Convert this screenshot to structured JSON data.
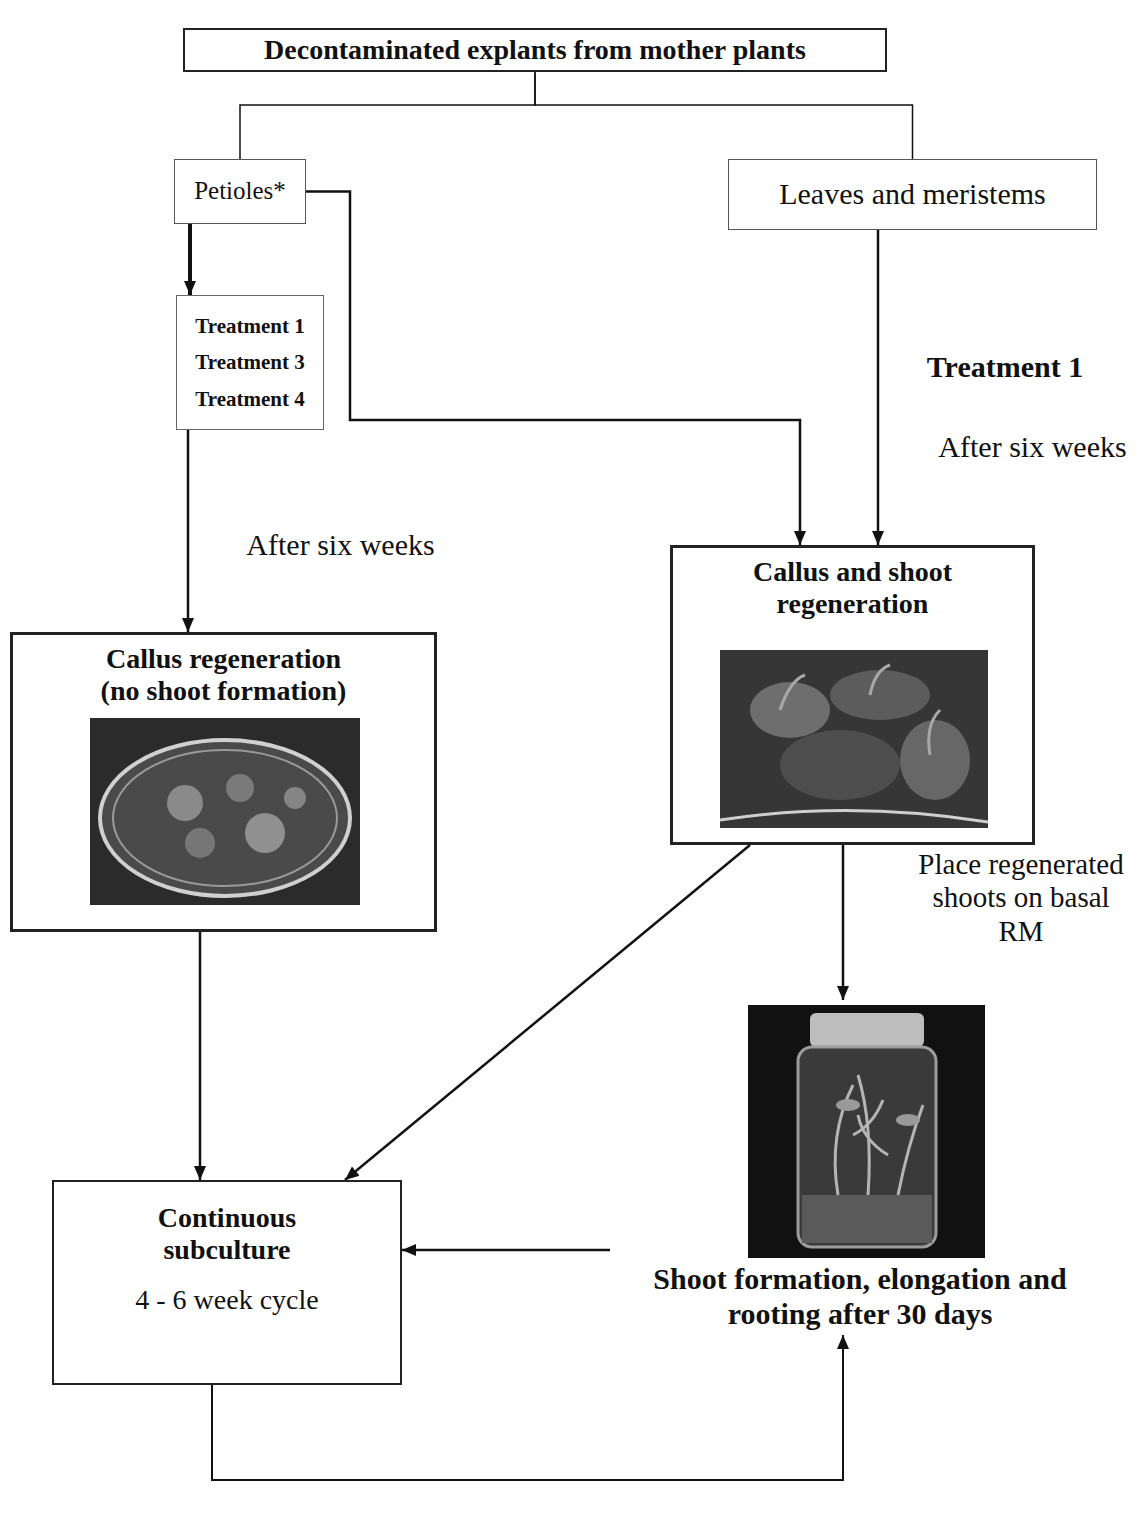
{
  "diagram": {
    "nodes": [
      {
        "text": [
          "Decontaminated explants from mother plants"
        ]
      },
      {
        "text": [
          "Petioles*"
        ]
      },
      {
        "text": [
          "Leaves and meristems"
        ]
      },
      {
        "text": [
          "Treatment 1",
          "Treatment 3",
          "Treatment 4"
        ]
      },
      {
        "text": [
          "Callus regeneration",
          "(no shoot formation)"
        ]
      },
      {
        "text": [
          "Callus and shoot regeneration"
        ]
      },
      {
        "text": [
          "Continuous subculture",
          "4 - 6 week cycle"
        ]
      },
      {
        "text": [
          "Shoot formation, elongation and rooting after 30 days"
        ]
      }
    ],
    "edges": [
      {
        "from": 0,
        "to": 1,
        "arrow": "none"
      },
      {
        "from": 0,
        "to": 2,
        "arrow": "none"
      },
      {
        "from": 1,
        "to": 3,
        "arrow": "to"
      },
      {
        "from": 1,
        "to": 5,
        "arrow": "to"
      },
      {
        "from": 2,
        "to": 5,
        "arrow": "to"
      },
      {
        "from": 3,
        "to": 4,
        "arrow": "to"
      },
      {
        "from": 4,
        "to": 6,
        "arrow": "to"
      },
      {
        "from": 5,
        "to": 6,
        "arrow": "to"
      },
      {
        "from": 5,
        "to": 7,
        "arrow": "to"
      },
      {
        "from": 7,
        "to": 6,
        "arrow": "to"
      },
      {
        "from": 6,
        "to": 7,
        "arrow": "to"
      }
    ],
    "labels": [
      "Treatment 1",
      "After six weeks",
      "After six weeks",
      "Place regenerated shoots on basal RM"
    ]
  }
}
